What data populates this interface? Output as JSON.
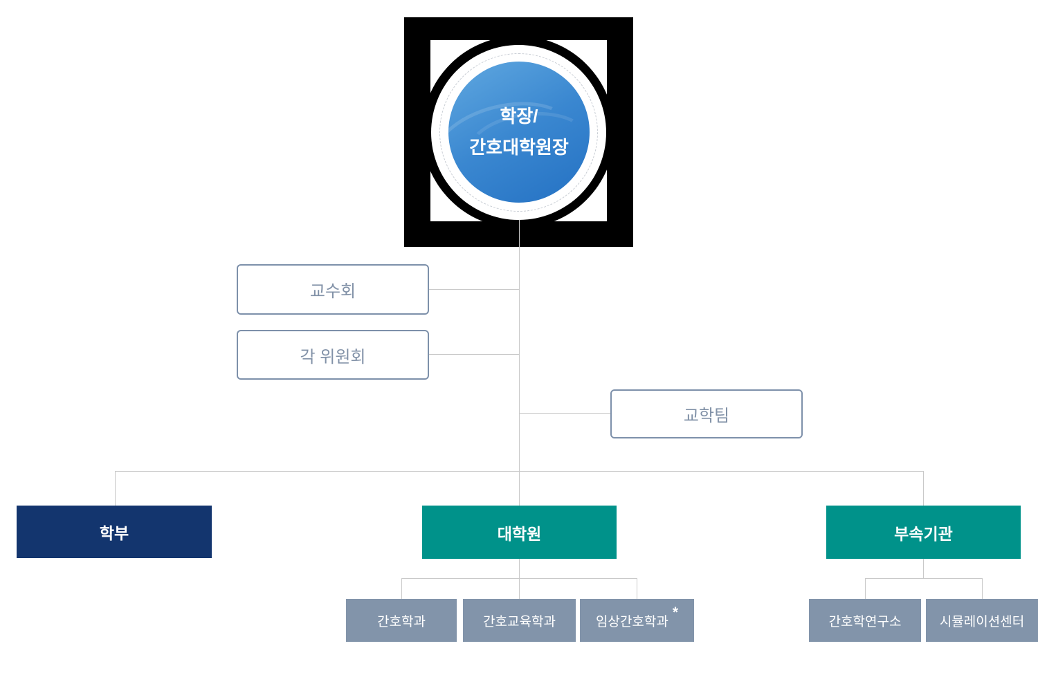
{
  "org": {
    "root": {
      "line1": "학장/",
      "line2": "간호대학원장"
    },
    "councils": [
      {
        "label": "교수회"
      },
      {
        "label": "각 위원회"
      }
    ],
    "team": {
      "label": "교학팀"
    },
    "branches": [
      {
        "label": "학부"
      },
      {
        "label": "대학원",
        "children": [
          {
            "label": "간호학과"
          },
          {
            "label": "간호교육학과"
          },
          {
            "label": "임상간호학과",
            "mark": "*"
          }
        ]
      },
      {
        "label": "부속기관",
        "children": [
          {
            "label": "간호학연구소"
          },
          {
            "label": "시뮬레이션센터"
          }
        ]
      }
    ],
    "colors": {
      "navy": "#13356e",
      "teal": "#00928a",
      "slate_box": "#8294aa",
      "outline_border": "#7d90aa",
      "outline_text": "#8191a7",
      "connector_line": "#c9c9c9",
      "circle_gradient_top": "#60a8e0",
      "circle_gradient_bottom": "#2471c3",
      "emblem_background": "#000000"
    }
  }
}
